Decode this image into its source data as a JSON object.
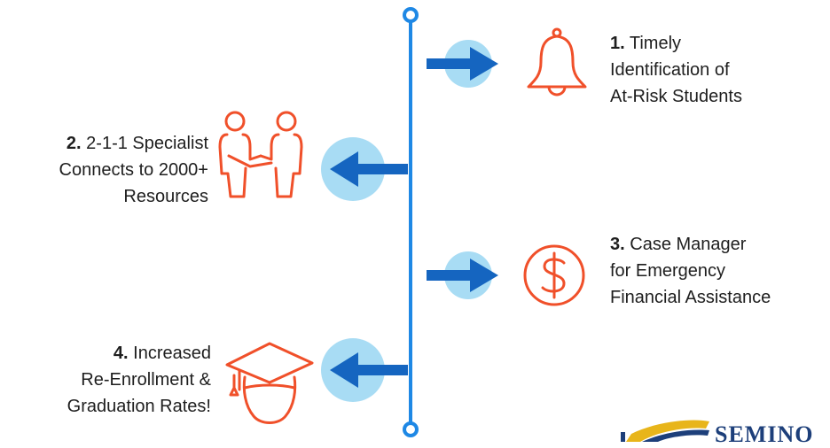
{
  "steps": [
    {
      "id": 1,
      "number": "1.",
      "lines": [
        "Timely",
        "Identification of",
        "At-Risk Students"
      ],
      "icon": "bell-icon",
      "side": "right"
    },
    {
      "id": 2,
      "number": "2.",
      "lines": [
        "2-1-1 Specialist",
        "Connects to 2000+",
        "Resources"
      ],
      "icon": "handshake-people-icon",
      "side": "left"
    },
    {
      "id": 3,
      "number": "3.",
      "lines": [
        "Case Manager",
        "for Emergency",
        "Financial Assistance"
      ],
      "icon": "dollar-coin-icon",
      "side": "right"
    },
    {
      "id": 4,
      "number": "4.",
      "lines": [
        "Increased",
        "Re-Enrollment &",
        "Graduation Rates!"
      ],
      "icon": "graduate-icon",
      "side": "left"
    }
  ],
  "logo": {
    "text": "SEMINO"
  },
  "colors": {
    "timeline": "#1e88e5",
    "arrow": "#1565c0",
    "arrow_circle": "#a8dcf4",
    "icon": "#f0502a",
    "text": "#1e1e1e",
    "logo_navy": "#1d3f7a",
    "logo_gold": "#e8b51a"
  }
}
